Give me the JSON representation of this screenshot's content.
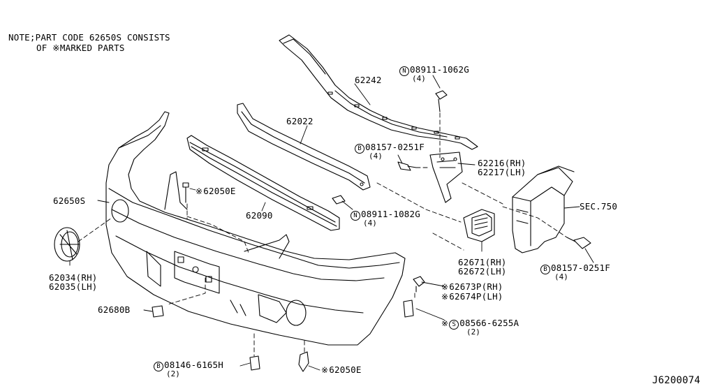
{
  "note": {
    "line1": "NOTE;PART CODE 62650S CONSISTS",
    "line2": "OF ※MARKED PARTS"
  },
  "marker_symbol": "※",
  "diagram_code": "J6200074",
  "callouts": {
    "p62242": "62242",
    "p08911_1062G": {
      "prefix": "N",
      "code": "08911-1062G",
      "qty": "(4)"
    },
    "p62022": "62022",
    "p08157_0251F_a": {
      "prefix": "B",
      "code": "08157-0251F",
      "qty": "(4)"
    },
    "p62216": "62216(RH)",
    "p62217": "62217(LH)",
    "p62650S": "62650S",
    "p62050E_top": "62050E",
    "p62090": "62090",
    "p08911_1082G": {
      "prefix": "N",
      "code": "08911-1082G",
      "qty": "(4)"
    },
    "sec750": "SEC.750",
    "p62671": "62671(RH)",
    "p62672": "62672(LH)",
    "p08157_0251F_b": {
      "prefix": "B",
      "code": "08157-0251F",
      "qty": "(4)"
    },
    "p62034": "62034(RH)",
    "p62035": "62035(LH)",
    "p62673P": "62673P(RH)",
    "p62674P": "62674P(LH)",
    "p62680B": "62680B",
    "p08566_6255A": {
      "prefix": "S",
      "code": "08566-6255A",
      "qty": "(2)"
    },
    "p08146_6165H": {
      "prefix": "B",
      "code": "08146-6165H",
      "qty": "(2)"
    },
    "p62050E_bottom": "62050E"
  }
}
